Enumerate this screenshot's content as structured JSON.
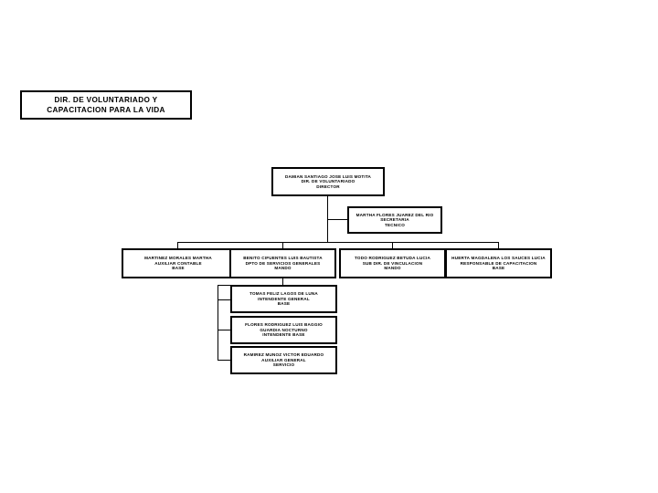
{
  "diagram": {
    "type": "organizational-chart",
    "title_box": {
      "lines": [
        "DIR. DE VOLUNTARIADO Y",
        "CAPACITACION PARA LA VIDA"
      ]
    },
    "root": {
      "lines": [
        "DAMIAN SANTIAGO JOSE LUIS MOTITA",
        "DIR. DE VOLUNTARIADO",
        "DIRECTOR"
      ]
    },
    "secretary": {
      "lines": [
        "MARTHA FLORES JUAREZ DEL RIO",
        "SECRETARIA",
        "TECNICO"
      ]
    },
    "departments": [
      {
        "lines": [
          "MARTINEZ MORALES MARTHA",
          "AUXILIAR CONTABLE",
          "BASE"
        ]
      },
      {
        "lines": [
          "BENITO CIFUENTES LUIS BAUTISTA",
          "DPTO DE SERVICIOS GENERALES",
          "MANDO"
        ]
      },
      {
        "lines": [
          "TODO RODRIGUEZ BETUDA LUCIA",
          "SUB DIR. DE VINCULACION",
          "MANDO"
        ]
      },
      {
        "lines": [
          "HUERTA MAGDALENA LOS SAUCES LUCIA",
          "RESPONSABLE DE CAPACITACION",
          "BASE"
        ]
      }
    ],
    "sub_units": [
      {
        "lines": [
          "TOMAS FELIZ LAGOS DE LUNA",
          "INTENDENTE GENERAL",
          "BASE"
        ]
      },
      {
        "lines": [
          "FLORES RODRIGUEZ LUIS BAGGIO",
          "GUARDIA NOCTURNO",
          "INTENDENTE BASE"
        ]
      },
      {
        "lines": [
          "RAMIREZ MUNOZ VICTOR EDUARDO",
          "AUXILIAR GENERAL",
          "SERVICIO"
        ]
      }
    ]
  },
  "style": {
    "border_color": "#000000",
    "background_color": "#ffffff",
    "text_color": "#000000"
  }
}
